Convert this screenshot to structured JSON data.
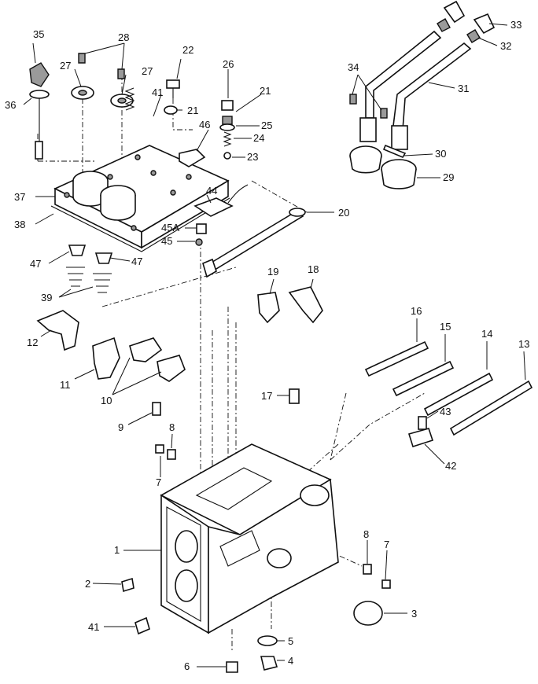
{
  "diagram": {
    "callouts": [
      {
        "id": "c35",
        "label": "35"
      },
      {
        "id": "c28",
        "label": "28"
      },
      {
        "id": "c22",
        "label": "22"
      },
      {
        "id": "c26",
        "label": "26"
      },
      {
        "id": "c27a",
        "label": "27"
      },
      {
        "id": "c27b",
        "label": "27"
      },
      {
        "id": "c36",
        "label": "36"
      },
      {
        "id": "c41a",
        "label": "41"
      },
      {
        "id": "c21a",
        "label": "21"
      },
      {
        "id": "c21b",
        "label": "21"
      },
      {
        "id": "c25",
        "label": "25"
      },
      {
        "id": "c46",
        "label": "46"
      },
      {
        "id": "c24",
        "label": "24"
      },
      {
        "id": "c23",
        "label": "23"
      },
      {
        "id": "c44",
        "label": "44"
      },
      {
        "id": "c37",
        "label": "37"
      },
      {
        "id": "c38",
        "label": "38"
      },
      {
        "id": "c45a",
        "label": "45A"
      },
      {
        "id": "c45",
        "label": "45"
      },
      {
        "id": "c20",
        "label": "20"
      },
      {
        "id": "c47a",
        "label": "47"
      },
      {
        "id": "c47b",
        "label": "47"
      },
      {
        "id": "c39",
        "label": "39"
      },
      {
        "id": "c34",
        "label": "34"
      },
      {
        "id": "c33",
        "label": "33"
      },
      {
        "id": "c32",
        "label": "32"
      },
      {
        "id": "c31",
        "label": "31"
      },
      {
        "id": "c30",
        "label": "30"
      },
      {
        "id": "c29",
        "label": "29"
      },
      {
        "id": "c19",
        "label": "19"
      },
      {
        "id": "c18",
        "label": "18"
      },
      {
        "id": "c12",
        "label": "12"
      },
      {
        "id": "c11",
        "label": "11"
      },
      {
        "id": "c10",
        "label": "10"
      },
      {
        "id": "c16",
        "label": "16"
      },
      {
        "id": "c15",
        "label": "15"
      },
      {
        "id": "c14",
        "label": "14"
      },
      {
        "id": "c13",
        "label": "13"
      },
      {
        "id": "c17",
        "label": "17"
      },
      {
        "id": "c9",
        "label": "9"
      },
      {
        "id": "c8a",
        "label": "8"
      },
      {
        "id": "c7a",
        "label": "7"
      },
      {
        "id": "c43",
        "label": "43"
      },
      {
        "id": "c42",
        "label": "42"
      },
      {
        "id": "c1",
        "label": "1"
      },
      {
        "id": "c8b",
        "label": "8"
      },
      {
        "id": "c7b",
        "label": "7"
      },
      {
        "id": "c2",
        "label": "2"
      },
      {
        "id": "c3",
        "label": "3"
      },
      {
        "id": "c41b",
        "label": "41"
      },
      {
        "id": "c5",
        "label": "5"
      },
      {
        "id": "c6",
        "label": "6"
      },
      {
        "id": "c4",
        "label": "4"
      }
    ]
  }
}
